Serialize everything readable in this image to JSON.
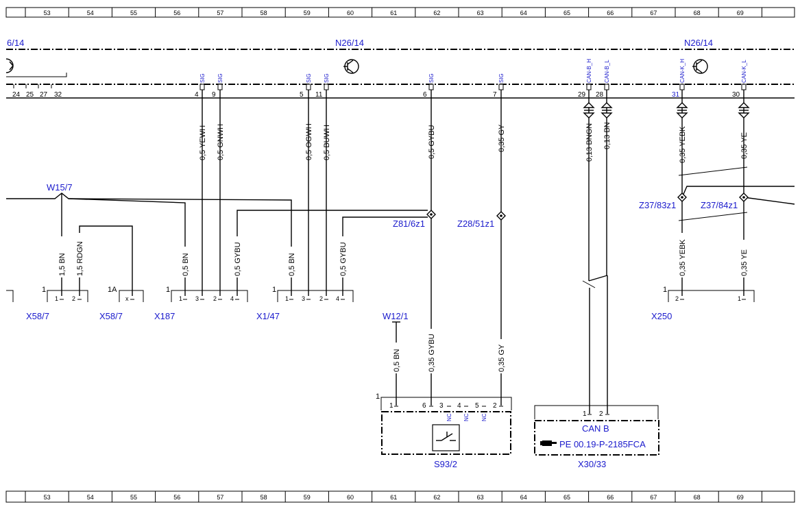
{
  "ruler": {
    "top": [
      "53",
      "54",
      "55",
      "56",
      "57",
      "58",
      "59",
      "60",
      "61",
      "62",
      "63",
      "64",
      "65",
      "66",
      "67",
      "68",
      "69"
    ],
    "bottom": [
      "53",
      "54",
      "55",
      "56",
      "57",
      "58",
      "59",
      "60",
      "61",
      "62",
      "63",
      "64",
      "65",
      "66",
      "67",
      "68",
      "69"
    ]
  },
  "modules": {
    "left_label": "6/14",
    "center_label": "N26/14",
    "right_label": "N26/14",
    "left_pins": [
      "24",
      "25",
      "27",
      "32"
    ]
  },
  "connections": [
    {
      "pin": "4",
      "signal": "SIG",
      "wire": "0,5 YEWH"
    },
    {
      "pin": "9",
      "signal": "SIG",
      "wire": "0,5 GNWH"
    },
    {
      "pin": "5",
      "signal": "SIG",
      "wire": "0,5 OGWH"
    },
    {
      "pin": "11",
      "signal": "SIG",
      "wire": "0,5 BUWH"
    },
    {
      "pin": "6",
      "signal": "SIG",
      "wire": "0,5 GYBU"
    },
    {
      "pin": "7",
      "signal": "SIG",
      "wire": "0,35 GY"
    },
    {
      "pin": "29",
      "signal": "CAN-B_H",
      "wire": "0,13 BNGN"
    },
    {
      "pin": "28",
      "signal": "CAN-B_L",
      "wire": "0,13 BN"
    },
    {
      "pin": "31",
      "signal": "CAN-K_H",
      "wire": "0,35 YEBK"
    },
    {
      "pin": "30",
      "signal": "CAN-K_L",
      "wire": "0,35 YE"
    }
  ],
  "splices": {
    "w15": "W15/7",
    "z81": "Z81/6z1",
    "z28": "Z28/51z1",
    "z37a": "Z37/83z1",
    "z37b": "Z37/84z1",
    "w12": "W12/1"
  },
  "mid_wires": {
    "bn_w15": "1,5 BN",
    "rdgn": "1,5 RDGN",
    "bn_x187": "0,5 BN",
    "gybu_x187": "0,5 GYBU",
    "bn_x147": "0,5 BN",
    "gybu_x147": "0,5 GYBU",
    "yebk_lower": "0,35 YEBK",
    "ye_lower": "0,35 YE",
    "bn_s93": "0,5 BN",
    "gybu_s93": "0,35 GYBU",
    "gy_s93": "0,35 GY"
  },
  "connectors": {
    "x58a": "X58/7",
    "x58b": "X58/7",
    "x187": "X187",
    "x147": "X1/47",
    "x250": "X250",
    "s93": "S93/2",
    "x30": "X30/33"
  },
  "connector_pins": {
    "x58a_num": "1",
    "x58a_p1": "1",
    "x58a_p2": "2",
    "x58b_num": "1A",
    "x58b_px": "x",
    "x187_num": "1",
    "x187_p1": "1",
    "x187_p3": "3",
    "x187_p2": "2",
    "x187_p4": "4",
    "x147_num": "1",
    "x147_p1": "1",
    "x147_p3": "3",
    "x147_p2": "2",
    "x147_p4": "4",
    "x250_num": "1",
    "x250_p2": "2",
    "x250_p1": "1",
    "s93_num": "1",
    "s93_p1": "1",
    "s93_p6": "6",
    "s93_p3": "3",
    "s93_p4": "4",
    "s93_p5": "5",
    "s93_p2": "2",
    "nc": "NC",
    "x30_p1": "1",
    "x30_p2": "2"
  },
  "can": {
    "title": "CAN B",
    "ref": "PE 00.19-P-2185FCA"
  }
}
